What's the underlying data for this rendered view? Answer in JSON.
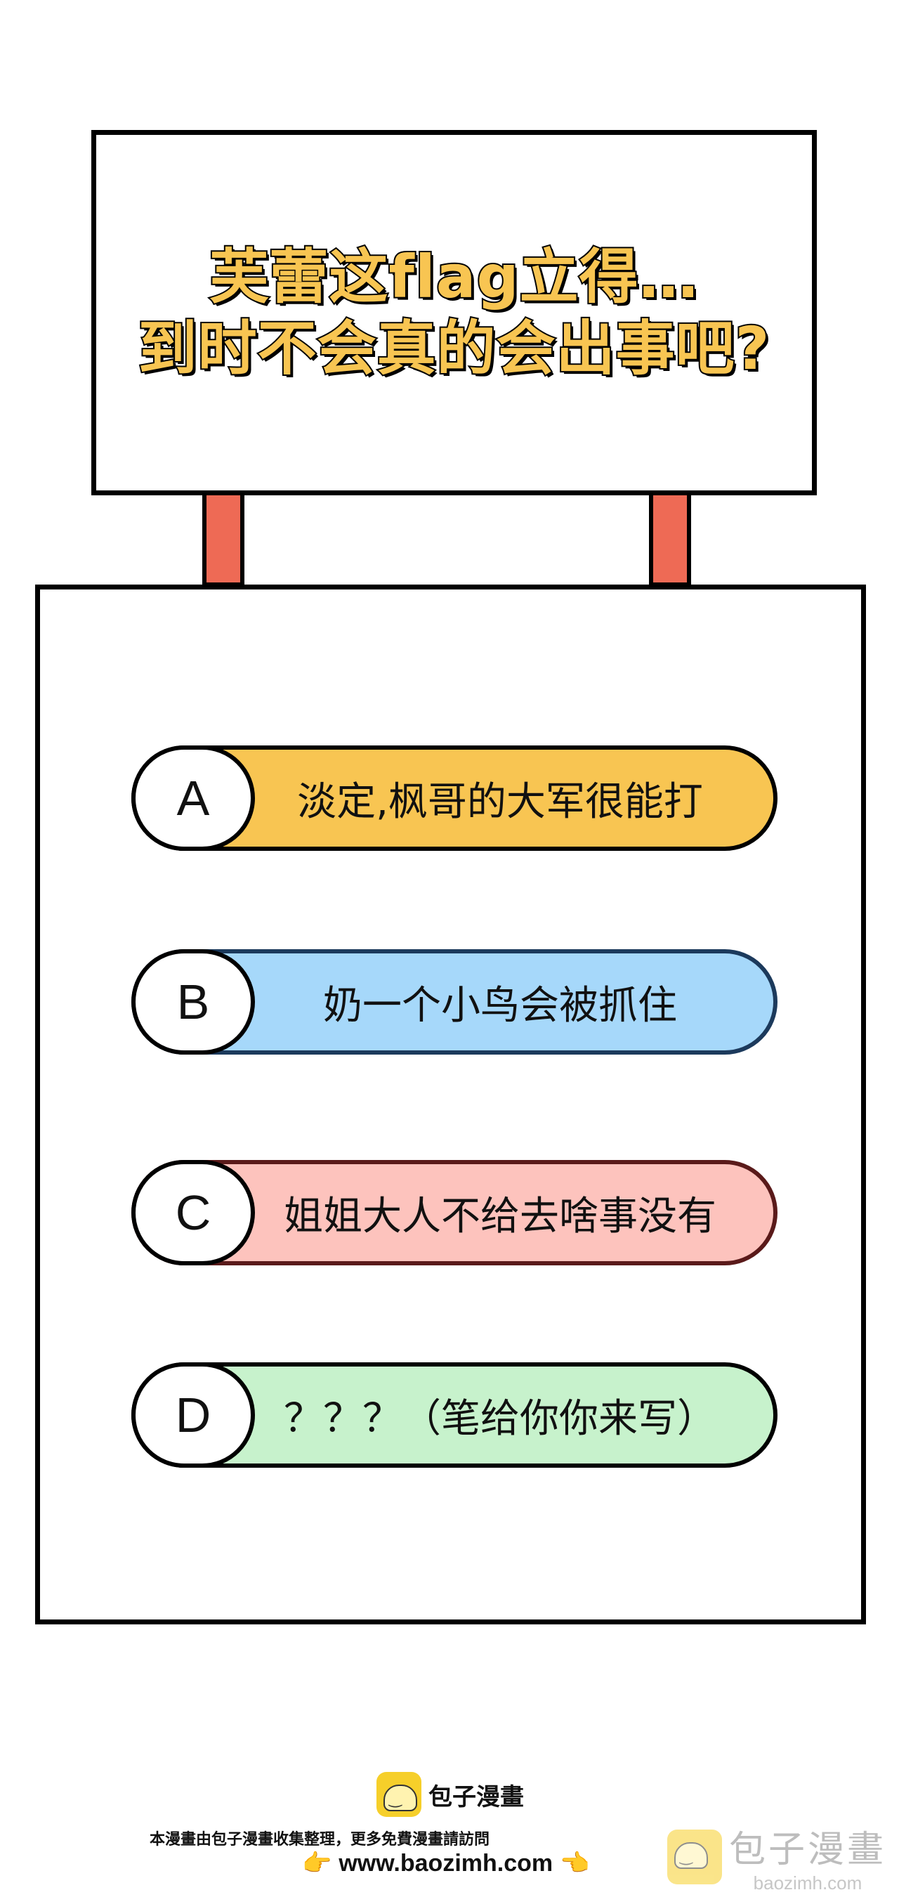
{
  "sign": {
    "line1": "芙蕾这flag立得…",
    "line2": "到时不会真的会出事吧?"
  },
  "options": [
    {
      "letter": "A",
      "text": "淡定,枫哥的大军很能打",
      "color": "#f8c552",
      "border": "#000000"
    },
    {
      "letter": "B",
      "text": "奶一个小鸟会被抓住",
      "color": "#a6d8fa",
      "border": "#1c3a5c"
    },
    {
      "letter": "C",
      "text": "姐姐大人不给去啥事没有",
      "color": "#fdc3bd",
      "border": "#5a1a1a"
    },
    {
      "letter": "D",
      "text": "？？？（笔给你你来写）",
      "color": "#c7f2cc",
      "border": "#000000"
    }
  ],
  "footer": {
    "brand": "包子漫畫",
    "note": "本漫畫由包子漫畫收集整理，更多免費漫畫請訪問",
    "url": "www.baozimh.com"
  },
  "watermark": {
    "title": "包子漫畫",
    "sub": "baozimh.com"
  },
  "colors": {
    "sign_text": "#f8c552",
    "post": "#ee6a55"
  }
}
